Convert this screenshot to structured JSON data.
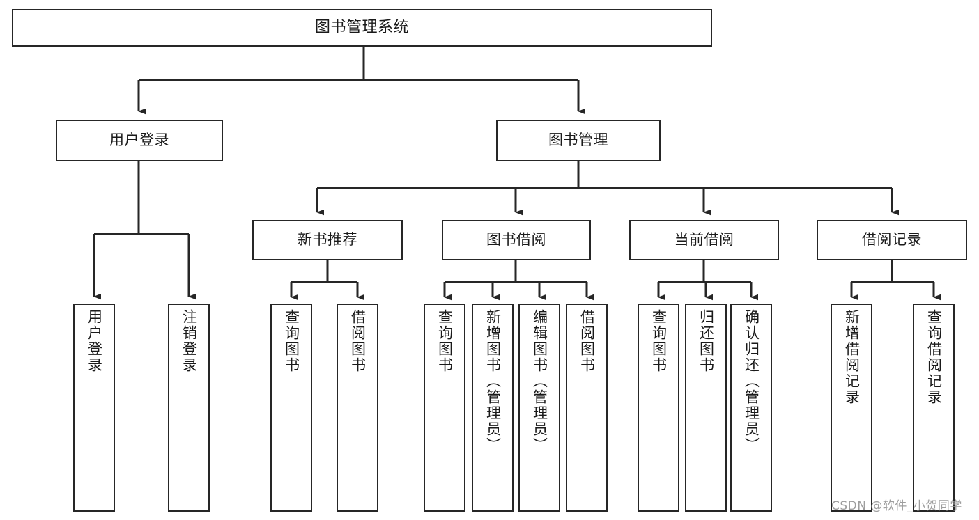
{
  "diagram": {
    "title": "图书管理系统",
    "type": "hierarchy-tree",
    "orientation": "top-down",
    "line_color": "#262626",
    "box_fill": "#ffffff",
    "text_color": "#1a1a1a",
    "levels": 4
  },
  "nodes": {
    "root": {
      "label": "图书管理系统"
    },
    "level2": [
      {
        "id": "user-login",
        "label": "用户登录"
      },
      {
        "id": "book-management",
        "label": "图书管理"
      }
    ],
    "level3": [
      {
        "id": "new-book-recommend",
        "label": "新书推荐"
      },
      {
        "id": "book-borrow",
        "label": "图书借阅"
      },
      {
        "id": "current-borrow",
        "label": "当前借阅"
      },
      {
        "id": "borrow-record",
        "label": "借阅记录"
      }
    ],
    "leaves": {
      "user_login": [
        {
          "id": "leaf-user-login",
          "label": "用户登录"
        },
        {
          "id": "leaf-logout-login",
          "label": "注销登录"
        }
      ],
      "new_book_recommend": [
        {
          "id": "leaf-query-book-1",
          "label": "查询图书"
        },
        {
          "id": "leaf-borrow-book-1",
          "label": "借阅图书"
        }
      ],
      "book_borrow": [
        {
          "id": "leaf-query-book-2",
          "label": "查询图书"
        },
        {
          "id": "leaf-add-book-admin",
          "label": "新增图书（管理员）"
        },
        {
          "id": "leaf-edit-book-admin",
          "label": "编辑图书（管理员）"
        },
        {
          "id": "leaf-borrow-book-2",
          "label": "借阅图书"
        }
      ],
      "current_borrow": [
        {
          "id": "leaf-query-book-3",
          "label": "查询图书"
        },
        {
          "id": "leaf-return-book",
          "label": "归还图书"
        },
        {
          "id": "leaf-confirm-return-admin",
          "label": "确认归还（管理员）"
        }
      ],
      "borrow_record": [
        {
          "id": "leaf-add-borrow-record",
          "label": "新增借阅记录"
        },
        {
          "id": "leaf-query-borrow-record",
          "label": "查询借阅记录"
        }
      ]
    }
  },
  "watermark": {
    "text": "CSDN @软件_小贺同学",
    "color": "#9d9d9d"
  }
}
